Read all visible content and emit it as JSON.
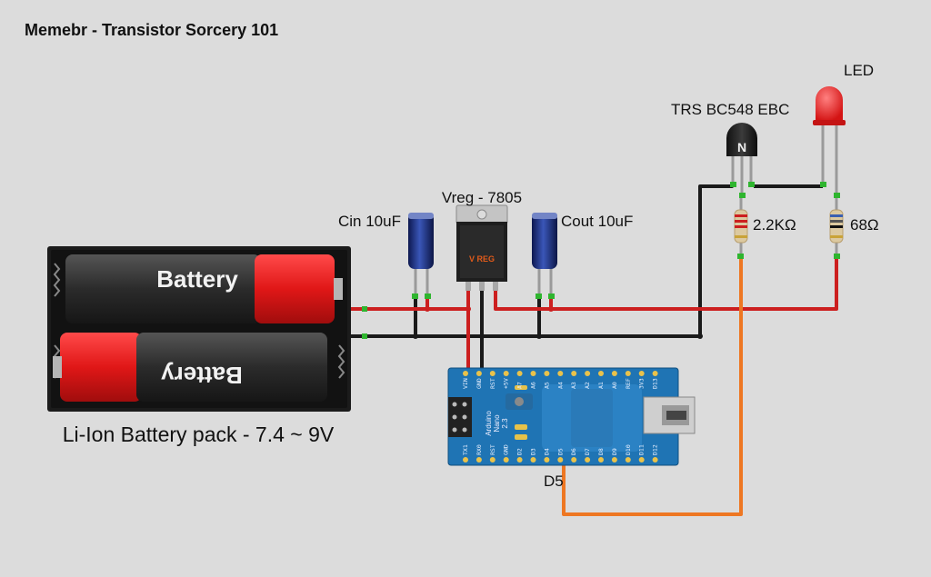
{
  "title": "Memebr - Transistor Sorcery 101",
  "battery": {
    "cell_top_label": "Battery",
    "cell_bottom_label": "Battery",
    "pack_label": "Li-Ion Battery pack - 7.4 ~ 9V"
  },
  "components": {
    "cin": "Cin 10uF",
    "vreg": "Vreg - 7805",
    "vreg_marking": "V REG",
    "cout": "Cout 10uF",
    "transistor": "TRS BC548 EBC",
    "transistor_marking": "N",
    "led": "LED",
    "resistor_base": "2.2KΩ",
    "resistor_led": "68Ω",
    "pin_d5": "D5"
  },
  "arduino": {
    "name_line1": "Arduino",
    "name_line2": "Nano",
    "name_line3": "2.3",
    "top_pins": [
      "VIN",
      "GND",
      "RST",
      "+5V",
      "A7",
      "A6",
      "A5",
      "A4",
      "A3",
      "A2",
      "A1",
      "A0",
      "REF",
      "3V3",
      "D13"
    ],
    "bottom_pins": [
      "TX1",
      "RX0",
      "RST",
      "GND",
      "D2",
      "D3",
      "D4",
      "D5",
      "D6",
      "D7",
      "D8",
      "D9",
      "D10",
      "D11",
      "D12"
    ]
  },
  "colors": {
    "background": "#dcdcdc",
    "wire_red": "#cc1f1f",
    "wire_black": "#1a1a1a",
    "wire_orange": "#ee7722",
    "board_blue": "#1f74b4",
    "led_red": "#ee2222"
  }
}
